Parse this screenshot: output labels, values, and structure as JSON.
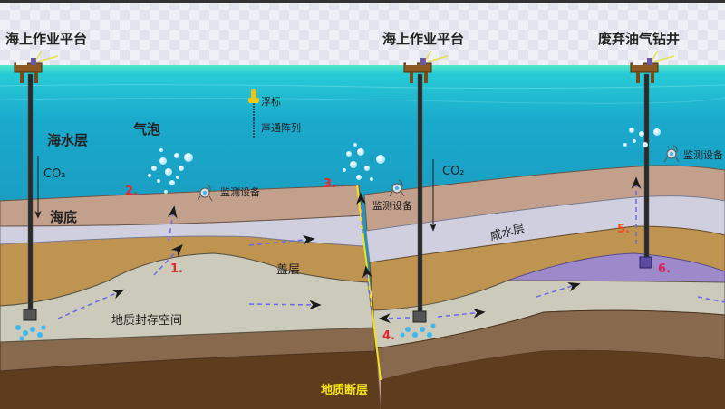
{
  "labels": {
    "platform_left": "海上作业平台",
    "platform_mid": "海上作业平台",
    "abandoned_well": "废弃油气钻井",
    "seawater_layer": "海水层",
    "seafloor": "海底",
    "bubbles": "气泡",
    "buoy": "浮标",
    "acoustic_array": "声通阵列",
    "monitor_1": "监测设备",
    "monitor_2": "监测设备",
    "monitor_3": "监测设备",
    "co2_left": "CO₂",
    "co2_mid": "CO₂",
    "saline_layer": "咸水层",
    "caprock": "盖层",
    "storage_space": "地质封存空间",
    "fault": "地质断层"
  },
  "leak_paths": [
    "1.",
    "2.",
    "3.",
    "4.",
    "5.",
    "6."
  ],
  "colors": {
    "sea_top": "#2fd0d8",
    "sea_bottom": "#1a96bd",
    "seabed_sediment": "#c2a08c",
    "saline_layer": "#cfcfe0",
    "caprock": "#bf9350",
    "storage_layer": "#cbcabb",
    "deep_rock": "#89694d",
    "basement": "#5e3c1e",
    "reservoir_purple": "#9d8acb",
    "fault_line": "#f2e21a",
    "leak_number": "#e8262e",
    "flow_arrow": "#6a6ae6"
  }
}
